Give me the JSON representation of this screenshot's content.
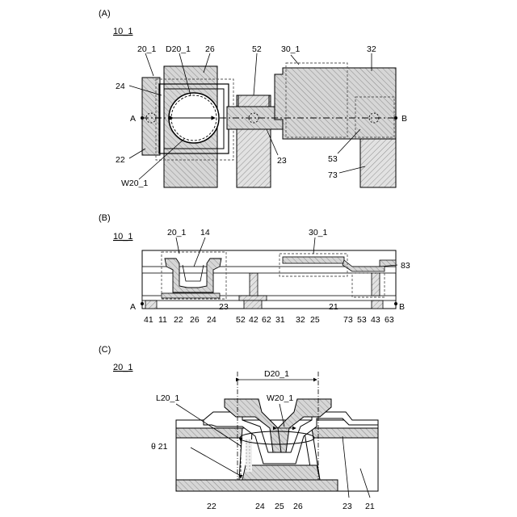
{
  "panels": {
    "A": {
      "panel_label": "(A)",
      "ref_label": "10_1",
      "labels": {
        "l20_1": "20_1",
        "lD20_1": "D20_1",
        "l26": "26",
        "l52": "52",
        "l30_1": "30_1",
        "l32": "32",
        "l24": "24",
        "lA": "A",
        "lB": "B",
        "l22": "22",
        "l23": "23",
        "l53": "53",
        "lW20_1": "W20_1",
        "l73": "73"
      }
    },
    "B": {
      "panel_label": "(B)",
      "ref_label": "10_1",
      "labels": {
        "l20_1": "20_1",
        "l14": "14",
        "l30_1": "30_1",
        "l83": "83",
        "lA": "A",
        "lB": "B",
        "b41": "41",
        "b11": "11",
        "b22": "22",
        "b26": "26",
        "b24": "24",
        "b23": "23",
        "b52": "52",
        "b42": "42",
        "b62": "62",
        "b31": "31",
        "b32": "32",
        "b25": "25",
        "b21": "21",
        "b73": "73",
        "b53": "53",
        "b43": "43",
        "b63": "63"
      }
    },
    "C": {
      "panel_label": "(C)",
      "ref_label": "20_1",
      "labels": {
        "lD20_1": "D20_1",
        "lL20_1": "L20_1",
        "lW20_1": "W20_1",
        "ltheta": "θ 21",
        "b22": "22",
        "b24": "24",
        "b25": "25",
        "b26": "26",
        "b23": "23",
        "b21": "21"
      }
    }
  }
}
